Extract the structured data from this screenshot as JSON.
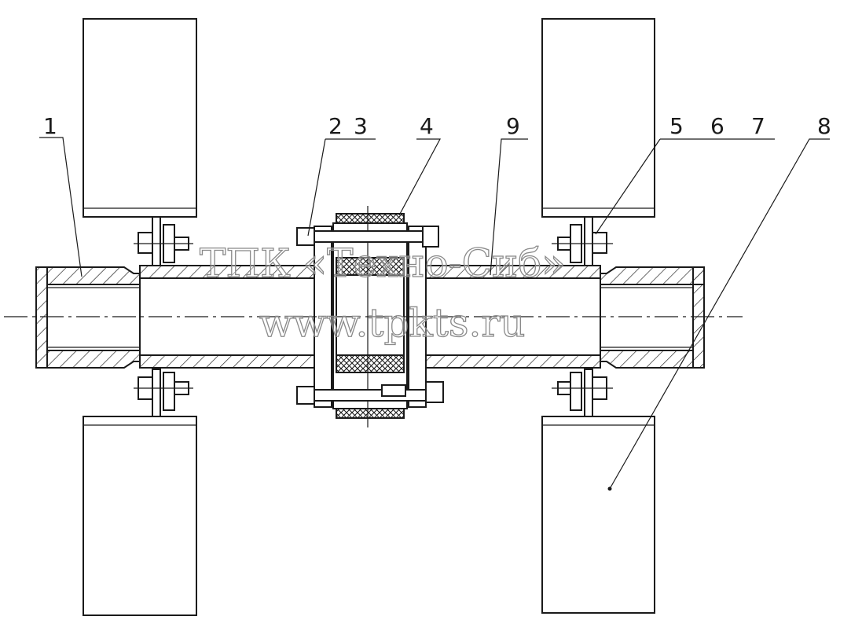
{
  "callouts": [
    {
      "id": "1",
      "label": "1"
    },
    {
      "id": "2",
      "label": "2"
    },
    {
      "id": "3",
      "label": "3"
    },
    {
      "id": "4",
      "label": "4"
    },
    {
      "id": "9",
      "label": "9"
    },
    {
      "id": "5",
      "label": "5"
    },
    {
      "id": "6",
      "label": "6"
    },
    {
      "id": "7",
      "label": "7"
    },
    {
      "id": "8",
      "label": "8"
    }
  ],
  "watermark": {
    "line1": "ТПК «Техно-Сиб»",
    "line2": "www.tpkts.ru"
  },
  "colors": {
    "line": "#1a1a1a",
    "background": "#ffffff",
    "watermark_outline": "#8a8a8a"
  }
}
